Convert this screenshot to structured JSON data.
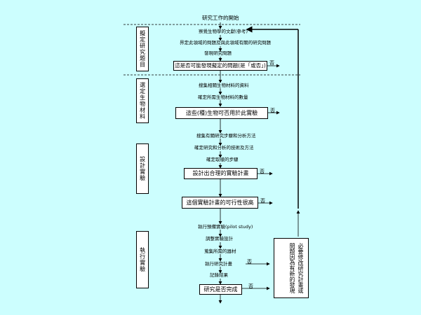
{
  "diagram": {
    "top_label": "研究工作的開始",
    "phases": [
      "擬定研究題目",
      "選定生物材料",
      "設計實驗",
      "執行實驗"
    ],
    "steps": [
      "察覺生物學的文獻(參考)",
      "界定此領域的問題及與此領域有關的研究問題",
      "發現研究問題",
      "搜集相關生物材料的資料",
      "確定所需生物材料的數量",
      "搜集有關研究步驟和分析方法",
      "確定研究和分析的技術及方法",
      "確定取樣的步驟",
      "執行預備實驗(pilot study)",
      "調整實驗設計",
      "蒐集所需的器材",
      "執行研究計畫",
      "記錄結果"
    ],
    "decisions": [
      "這是否可能發現擬定的問題(是「或否」)",
      "這些(種)生物可否用於此實驗",
      "設計出合理的實驗計畫",
      "這個實驗計畫的可行性很高",
      "研究是否完成"
    ],
    "no_label": "否",
    "side_box": "必要修改研究計畫或問題因為有新的發現"
  }
}
